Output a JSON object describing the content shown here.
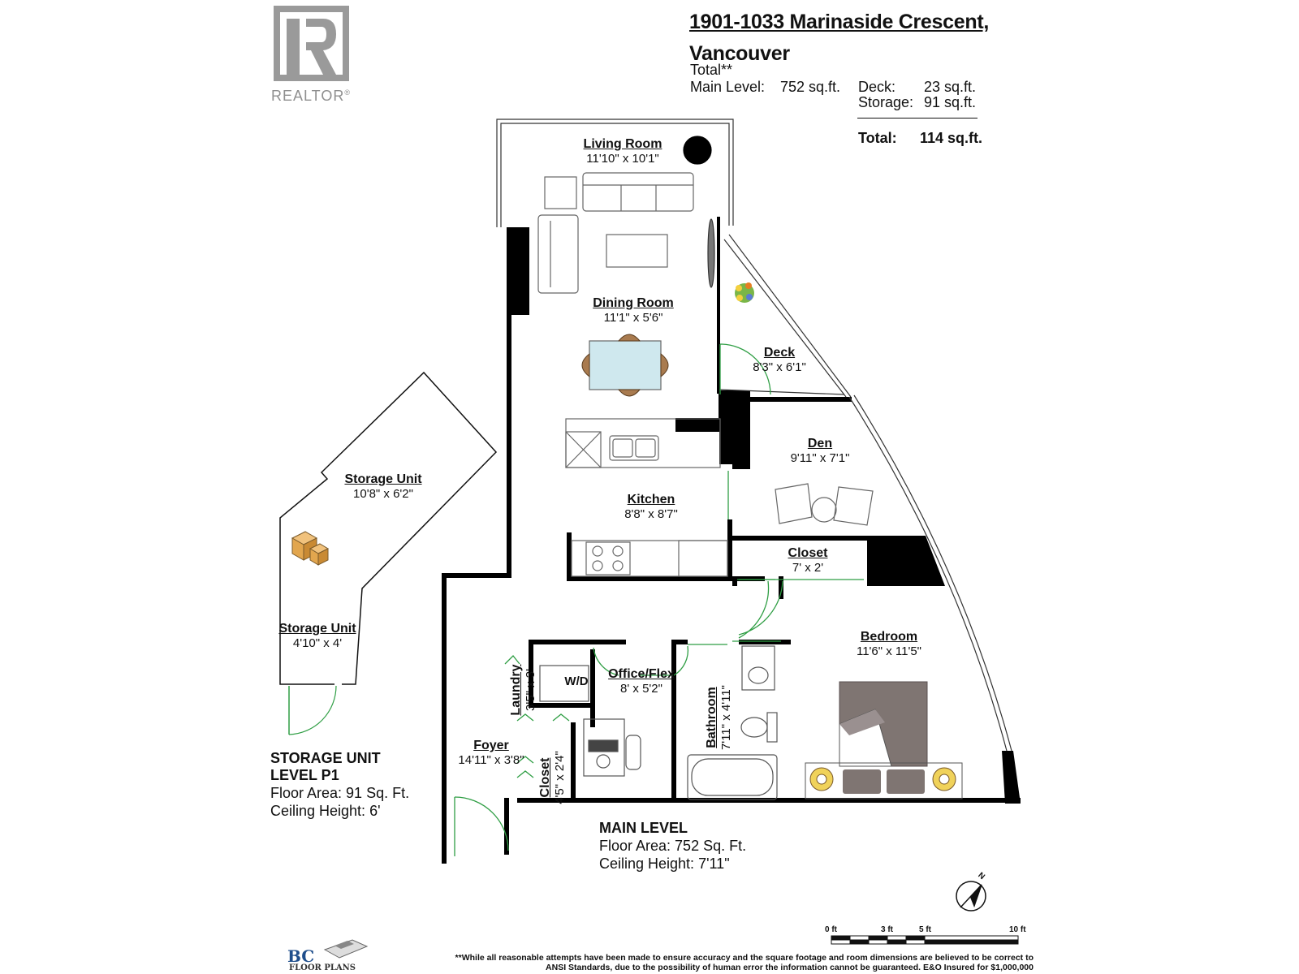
{
  "header": {
    "address_line1": "1901-1033 Marinaside Crescent,",
    "address_line2": "Vancouver",
    "total_label": "Total**",
    "main_level_label": "Main Level:",
    "main_level_value": "752 sq.ft.",
    "deck_label": "Deck:",
    "deck_value": "23 sq.ft.",
    "storage_label": "Storage:",
    "storage_value": "91 sq.ft.",
    "grand_total_label": "Total:",
    "grand_total_value": "114 sq.ft."
  },
  "logos": {
    "realtor_text": "REALTOR",
    "realtor_mark": "®",
    "realtor_icon": "realtor-r-logo-icon",
    "bc_mark": "BC",
    "bc_text": "FLOOR PLANS",
    "bc_icon": "bc-floor-plans-logo-icon"
  },
  "rooms": {
    "living": {
      "name": "Living Room",
      "dims": "11'10\" x 10'1\""
    },
    "dining": {
      "name": "Dining Room",
      "dims": "11'1\" x 5'6\""
    },
    "deck": {
      "name": "Deck",
      "dims": "8'3\" x 6'1\""
    },
    "den": {
      "name": "Den",
      "dims": "9'11\" x 7'1\""
    },
    "kitchen": {
      "name": "Kitchen",
      "dims": "8'8\" x 8'7\""
    },
    "closet_main": {
      "name": "Closet",
      "dims": "7' x 2'"
    },
    "bedroom": {
      "name": "Bedroom",
      "dims": "11'6\" x 11'5\""
    },
    "office": {
      "name": "Office/Flex",
      "dims": "8' x 5'2\""
    },
    "laundry": {
      "name": "Laundry",
      "dims": "3'5\" x 3'"
    },
    "washer_dryer": "W/D",
    "bathroom": {
      "name": "Bathroom",
      "dims": "7'11\" x 4'11\""
    },
    "foyer": {
      "name": "Foyer",
      "dims": "14'11\" x 3'8\""
    },
    "closet_foyer": {
      "name": "Closet",
      "dims": "4'5\" x 2'4\""
    },
    "storage_upper": {
      "name": "Storage Unit",
      "dims": "10'8\" x 6'2\""
    },
    "storage_lower": {
      "name": "Storage Unit",
      "dims": "4'10\" x 4'"
    }
  },
  "storage_level": {
    "title_line1": "STORAGE UNIT",
    "title_line2": "LEVEL P1",
    "floor_area": "Floor Area: 91 Sq. Ft.",
    "ceiling": "Ceiling Height: 6'"
  },
  "main_level": {
    "title": "MAIN LEVEL",
    "floor_area": "Floor Area: 752 Sq. Ft.",
    "ceiling": "Ceiling Height: 7'11\""
  },
  "scale_bar": {
    "labels": [
      "0 ft",
      "3 ft",
      "5 ft",
      "10 ft"
    ]
  },
  "compass": {
    "letter": "N",
    "icon": "north-arrow-icon"
  },
  "disclaimer": "**While all reasonable attempts have been made to ensure accuracy and the square footage and room dimensions are believed to be correct to ANSI Standards, due to the possibility of human error the information cannot be guaranteed. E&O Insured for $1,000,000",
  "colors": {
    "wall": "#000000",
    "door_swing": "#2f9e44",
    "furniture_stroke": "#555555",
    "logo_gray": "#8f8f8f"
  }
}
